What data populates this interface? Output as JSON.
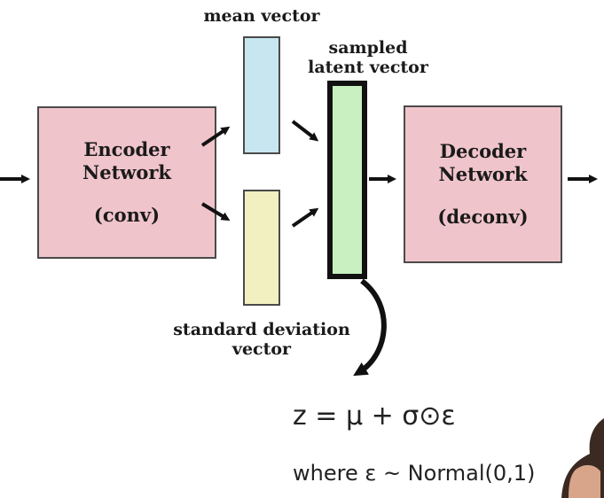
{
  "encoder": {
    "line1": "Encoder",
    "line2": "Network",
    "line3": "(conv)"
  },
  "decoder": {
    "line1": "Decoder",
    "line2": "Network",
    "line3": "(deconv)"
  },
  "labels": {
    "mean": "mean vector",
    "sampled_line1": "sampled",
    "sampled_line2": "latent vector",
    "std_line1": "standard deviation",
    "std_line2": "vector"
  },
  "formula": "z = μ + σ⊙ε",
  "where": "where ε ~ Normal(0,1)",
  "colors": {
    "network_fill": "#f0c4cb",
    "mean_fill": "#c7e6ef",
    "std_fill": "#f2efc1",
    "latent_fill": "#c8f0c0",
    "latent_border": "#111111"
  }
}
